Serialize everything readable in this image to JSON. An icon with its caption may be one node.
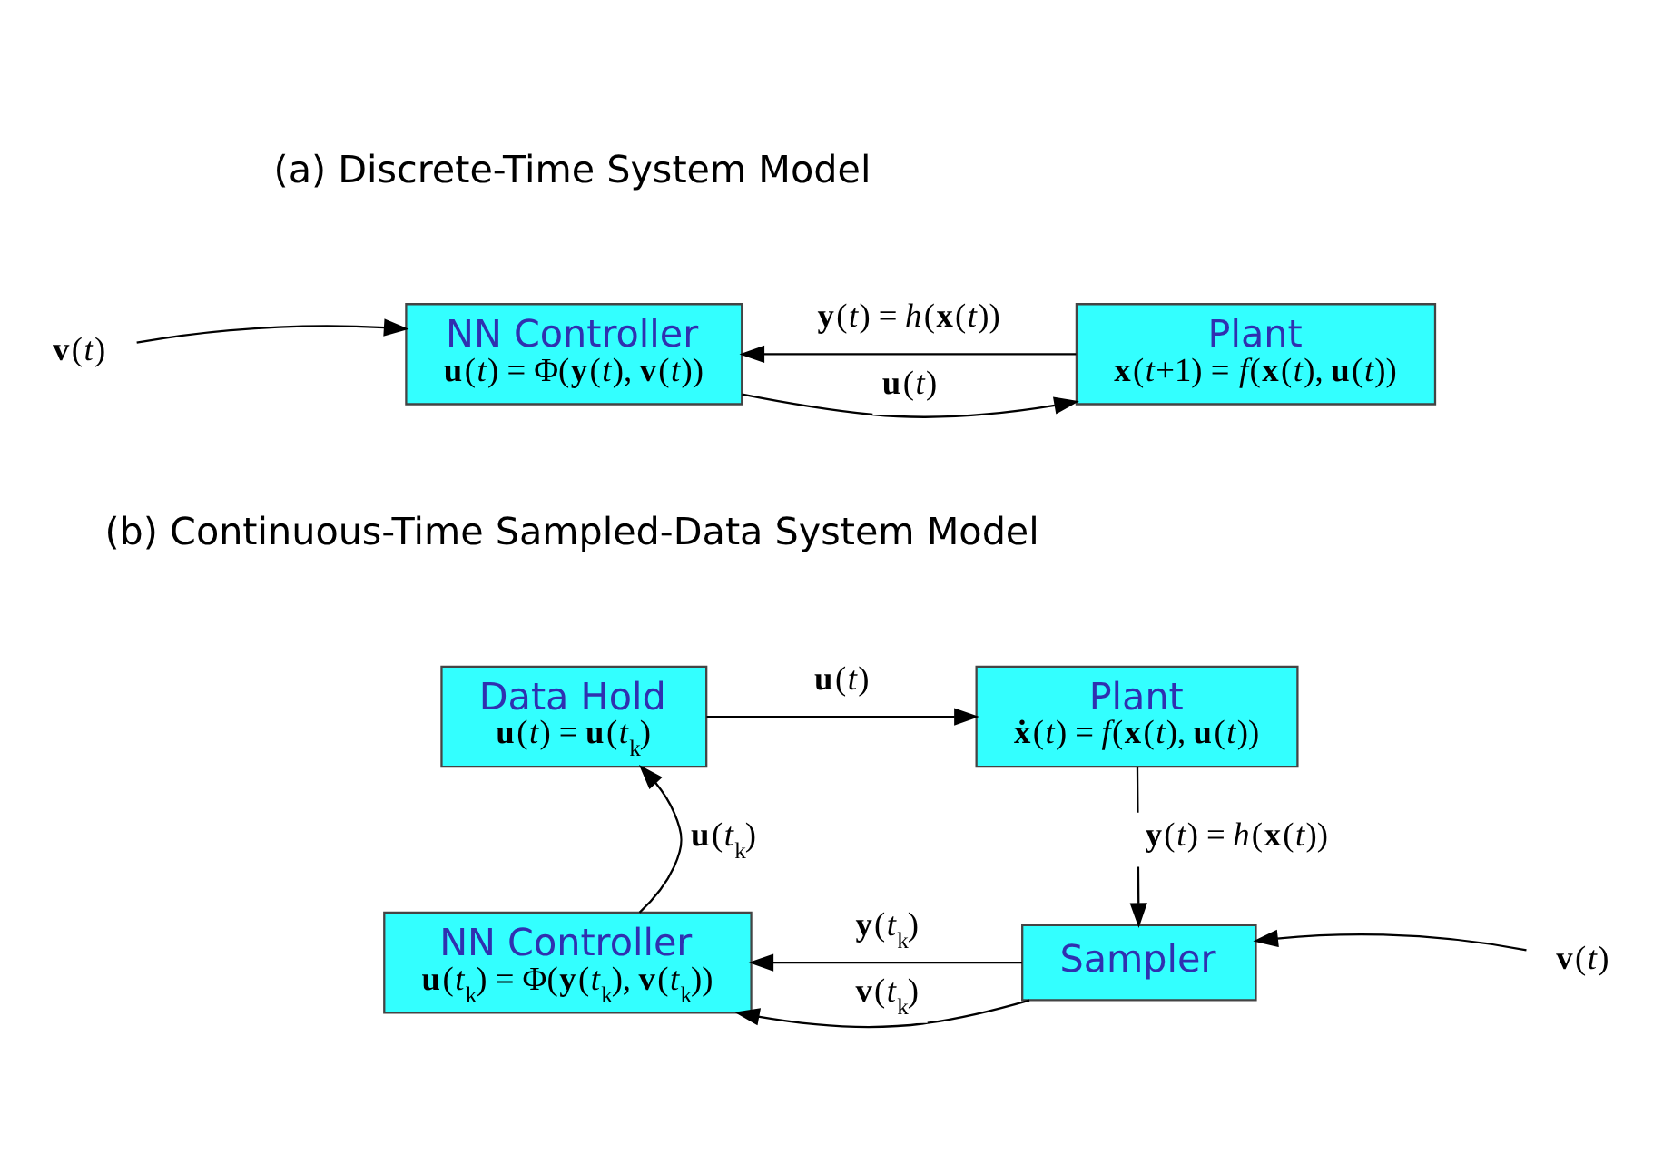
{
  "diagram": {
    "nodes": [
      {
        "text": [
          "NN Controller",
          "**u**(*t*) = Φ(**y**(*t*), **v**(*t*))"
        ]
      },
      {
        "text": [
          "Plant",
          "**x**(*t*+1) = *f*(**x**(*t*), **u**(*t*))"
        ]
      },
      {
        "text": [
          "**v**(*t*)"
        ]
      },
      {
        "text": [
          "Data Hold",
          "**u**(*t*) = **u**(*t*$_{k}$)"
        ]
      },
      {
        "text": [
          "Plant",
          "**ẋ**(*t*) = *f*(**x**(*t*), **u**(*t*))"
        ]
      },
      {
        "text": [
          "NN Controller",
          "**u**(*t*$_{k}$) = Φ(**y**(*t*$_{k}$), **v**(*t*$_{k}$))"
        ]
      },
      {
        "text": [
          "Sampler"
        ]
      },
      {
        "text": [
          "**v**(*t*)"
        ]
      }
    ],
    "edges": [
      {
        "from": 2,
        "to": 0,
        "arrow": "to"
      },
      {
        "from": 0,
        "to": 1,
        "arrow": "to",
        "label": "**u**(*t*)"
      },
      {
        "from": 1,
        "to": 0,
        "arrow": "to",
        "label": "**y**(*t*) = *h*(**x**(*t*))"
      },
      {
        "from": 3,
        "to": 4,
        "arrow": "to",
        "label": "**u**(*t*)"
      },
      {
        "from": 4,
        "to": 6,
        "arrow": "to",
        "label": "**y**(*t*) = *h*(**x**(*t*))"
      },
      {
        "from": 7,
        "to": 6,
        "arrow": "to"
      },
      {
        "from": 6,
        "to": 5,
        "arrow": "to",
        "label": "**y**(*t*$_{k}$)"
      },
      {
        "from": 6,
        "to": 5,
        "arrow": "to",
        "label": "**v**(*t*$_{k}$)"
      },
      {
        "from": 5,
        "to": 3,
        "arrow": "to",
        "label": "**u**(*t*$_{k}$)"
      }
    ],
    "labels": [
      "(a) Discrete-Time System Model",
      "(b) Continuous-Time Sampled-Data System Model"
    ]
  }
}
